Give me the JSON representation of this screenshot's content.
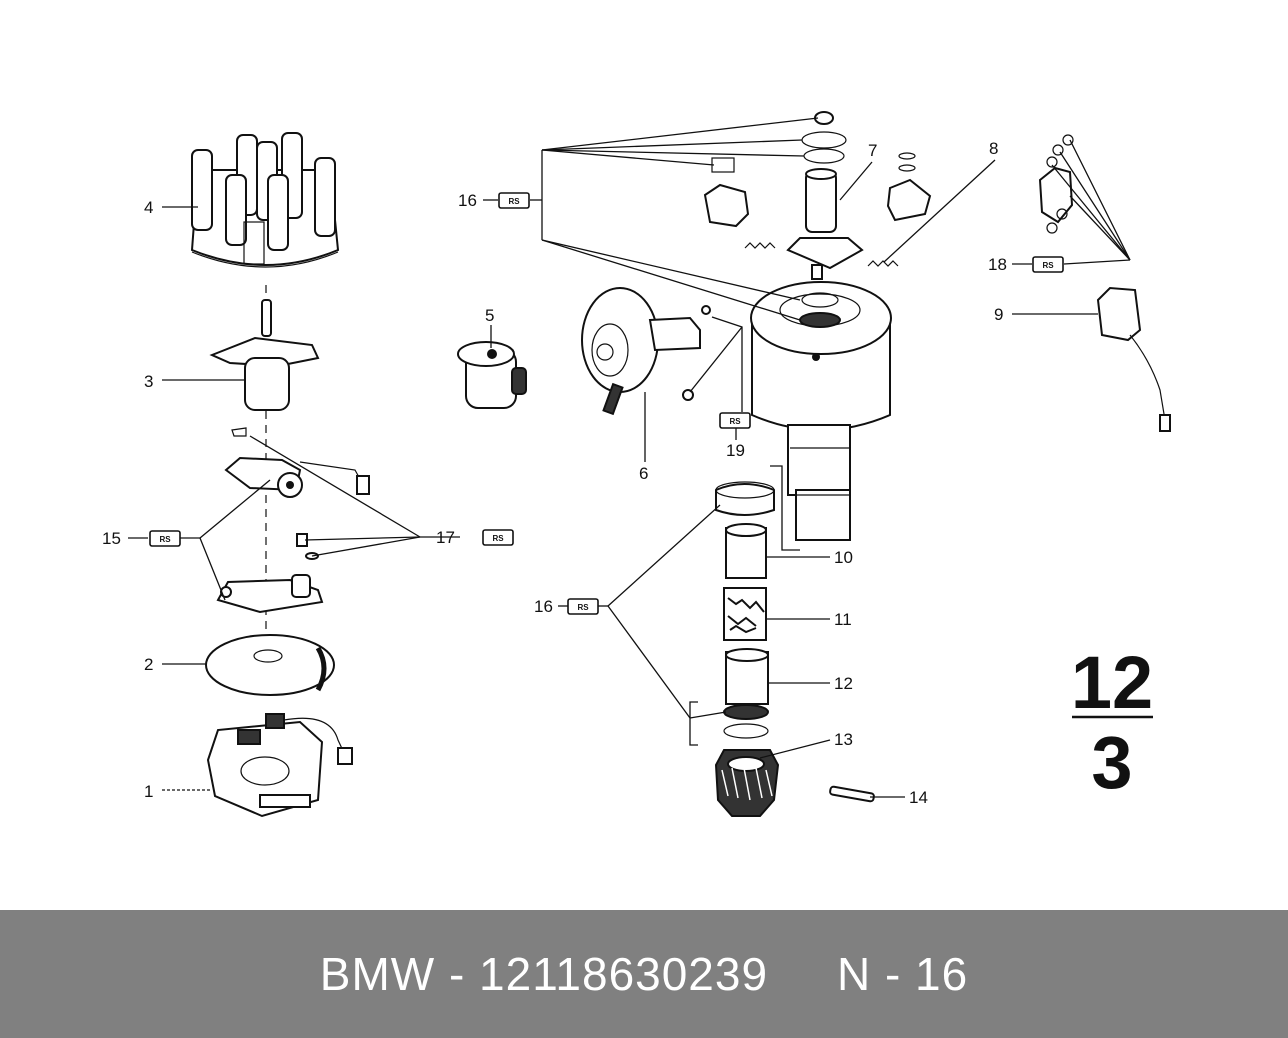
{
  "diagram": {
    "callouts": {
      "c1": "1",
      "c2": "2",
      "c3": "3",
      "c4": "4",
      "c5": "5",
      "c6": "6",
      "c7": "7",
      "c8": "8",
      "c9": "9",
      "c10": "10",
      "c11": "11",
      "c12": "12",
      "c13": "13",
      "c14": "14",
      "c15": "15",
      "c16a": "16",
      "c16b": "16",
      "c17": "17",
      "c18": "18",
      "c19": "19"
    },
    "rs_badge": "RS",
    "group_number": "12",
    "subgroup_number": "3"
  },
  "footer": {
    "text": "BMW - 12118630239     N - 16"
  }
}
